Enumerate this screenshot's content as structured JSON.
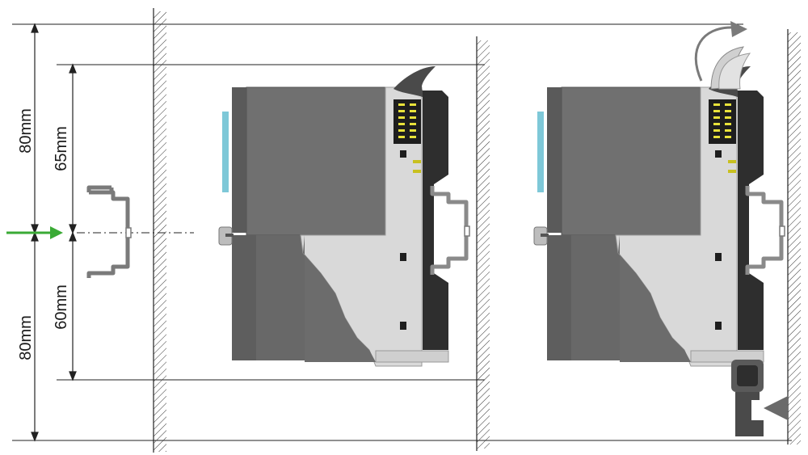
{
  "dimensions": {
    "top_outer": "80mm",
    "top_inner": "65mm",
    "bottom_inner": "60mm",
    "bottom_outer": "80mm"
  },
  "colors": {
    "housing_dark": "#666666",
    "housing_mid": "#7a7a7a",
    "housing_front": "#5e5e5e",
    "panel_light": "#d9d9d9",
    "front_black": "#2e2e2e",
    "led_yellow": "#e8e23a",
    "accent_cyan": "#7ec8d8",
    "arrow_green": "#3aaa35",
    "arrow_gray": "#7a7a7a",
    "line": "#222222"
  },
  "icons": {
    "insert_arrow": "arrow-right-icon",
    "tilt_arrow": "curved-arrow-icon"
  }
}
